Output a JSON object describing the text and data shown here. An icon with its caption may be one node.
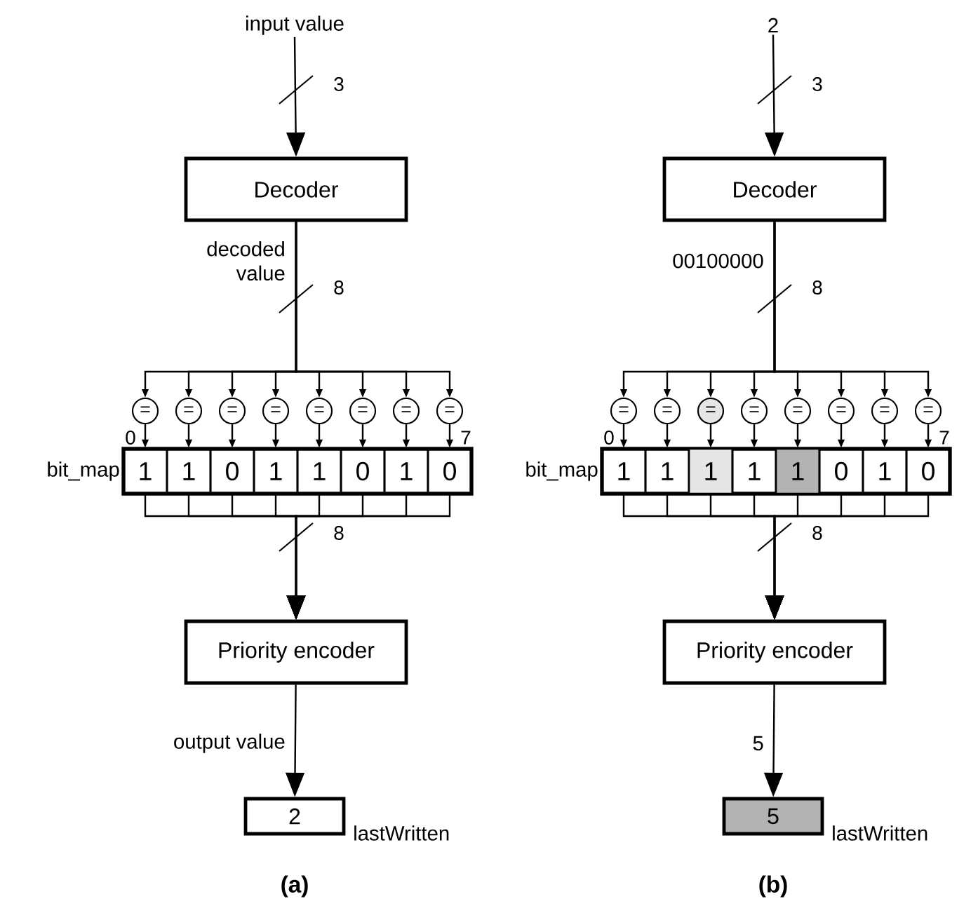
{
  "diagram": {
    "nodes": [
      {
        "text": [
          "input value"
        ]
      },
      {
        "text": [
          "Decoder"
        ]
      },
      {
        "text": [
          "="
        ]
      },
      {
        "text": [
          "="
        ]
      },
      {
        "text": [
          "="
        ]
      },
      {
        "text": [
          "="
        ]
      },
      {
        "text": [
          "="
        ]
      },
      {
        "text": [
          "="
        ]
      },
      {
        "text": [
          "="
        ]
      },
      {
        "text": [
          "="
        ]
      },
      {
        "text": [
          "bit_map"
        ]
      },
      {
        "text": [
          "1"
        ],
        "in": 10
      },
      {
        "text": [
          "1"
        ],
        "in": 10
      },
      {
        "text": [
          "0"
        ],
        "in": 10
      },
      {
        "text": [
          "1"
        ],
        "in": 10
      },
      {
        "text": [
          "1"
        ],
        "in": 10
      },
      {
        "text": [
          "0"
        ],
        "in": 10
      },
      {
        "text": [
          "1"
        ],
        "in": 10
      },
      {
        "text": [
          "0"
        ],
        "in": 10
      },
      {
        "text": [
          "Priority encoder"
        ]
      },
      {
        "text": [
          "2"
        ],
        "beside": [
          "lastWritten"
        ]
      },
      {
        "text": [
          "2"
        ]
      },
      {
        "text": [
          "Decoder"
        ]
      },
      {
        "text": [
          "="
        ]
      },
      {
        "text": [
          "="
        ]
      },
      {
        "text": [
          "="
        ]
      },
      {
        "text": [
          "="
        ]
      },
      {
        "text": [
          "="
        ]
      },
      {
        "text": [
          "="
        ]
      },
      {
        "text": [
          "="
        ]
      },
      {
        "text": [
          "="
        ]
      },
      {
        "text": [
          "bit_map"
        ]
      },
      {
        "text": [
          "1"
        ],
        "in": 31
      },
      {
        "text": [
          "1"
        ],
        "in": 31
      },
      {
        "text": [
          "1"
        ],
        "in": 31
      },
      {
        "text": [
          "1"
        ],
        "in": 31
      },
      {
        "text": [
          "1"
        ],
        "in": 31
      },
      {
        "text": [
          "0"
        ],
        "in": 31
      },
      {
        "text": [
          "1"
        ],
        "in": 31
      },
      {
        "text": [
          "0"
        ],
        "in": 31
      },
      {
        "text": [
          "Priority encoder"
        ]
      },
      {
        "text": [
          "5"
        ],
        "beside": [
          "lastWritten"
        ]
      }
    ],
    "edges": [
      {
        "from": 0,
        "to": 1,
        "arrow": "to"
      },
      {
        "from": 1,
        "to": 2,
        "arrow": "to",
        "label": "decoded value"
      },
      {
        "from": 1,
        "to": 3,
        "arrow": "to"
      },
      {
        "from": 1,
        "to": 4,
        "arrow": "to"
      },
      {
        "from": 1,
        "to": 5,
        "arrow": "to"
      },
      {
        "from": 1,
        "to": 6,
        "arrow": "to"
      },
      {
        "from": 1,
        "to": 7,
        "arrow": "to"
      },
      {
        "from": 1,
        "to": 8,
        "arrow": "to"
      },
      {
        "from": 1,
        "to": 9,
        "arrow": "to"
      },
      {
        "from": 2,
        "to": 11,
        "arrow": "to"
      },
      {
        "from": 3,
        "to": 12,
        "arrow": "to"
      },
      {
        "from": 4,
        "to": 13,
        "arrow": "to"
      },
      {
        "from": 5,
        "to": 14,
        "arrow": "to"
      },
      {
        "from": 6,
        "to": 15,
        "arrow": "to"
      },
      {
        "from": 7,
        "to": 16,
        "arrow": "to"
      },
      {
        "from": 8,
        "to": 17,
        "arrow": "to"
      },
      {
        "from": 9,
        "to": 18,
        "arrow": "to"
      },
      {
        "from": 11,
        "to": 19,
        "arrow": "to"
      },
      {
        "from": 12,
        "to": 19,
        "arrow": "to"
      },
      {
        "from": 13,
        "to": 19,
        "arrow": "to"
      },
      {
        "from": 14,
        "to": 19,
        "arrow": "to"
      },
      {
        "from": 15,
        "to": 19,
        "arrow": "to"
      },
      {
        "from": 16,
        "to": 19,
        "arrow": "to"
      },
      {
        "from": 17,
        "to": 19,
        "arrow": "to"
      },
      {
        "from": 18,
        "to": 19,
        "arrow": "to"
      },
      {
        "from": 19,
        "to": 20,
        "arrow": "to",
        "label": "output value"
      },
      {
        "from": 21,
        "to": 22,
        "arrow": "to"
      },
      {
        "from": 22,
        "to": 23,
        "arrow": "to",
        "label": "00100000"
      },
      {
        "from": 22,
        "to": 24,
        "arrow": "to"
      },
      {
        "from": 22,
        "to": 25,
        "arrow": "to"
      },
      {
        "from": 22,
        "to": 26,
        "arrow": "to"
      },
      {
        "from": 22,
        "to": 27,
        "arrow": "to"
      },
      {
        "from": 22,
        "to": 28,
        "arrow": "to"
      },
      {
        "from": 22,
        "to": 29,
        "arrow": "to"
      },
      {
        "from": 22,
        "to": 30,
        "arrow": "to"
      },
      {
        "from": 23,
        "to": 32,
        "arrow": "to"
      },
      {
        "from": 24,
        "to": 33,
        "arrow": "to"
      },
      {
        "from": 25,
        "to": 34,
        "arrow": "to"
      },
      {
        "from": 26,
        "to": 35,
        "arrow": "to"
      },
      {
        "from": 27,
        "to": 36,
        "arrow": "to"
      },
      {
        "from": 28,
        "to": 37,
        "arrow": "to"
      },
      {
        "from": 29,
        "to": 38,
        "arrow": "to"
      },
      {
        "from": 30,
        "to": 39,
        "arrow": "to"
      },
      {
        "from": 32,
        "to": 40,
        "arrow": "to"
      },
      {
        "from": 33,
        "to": 40,
        "arrow": "to"
      },
      {
        "from": 34,
        "to": 40,
        "arrow": "to"
      },
      {
        "from": 35,
        "to": 40,
        "arrow": "to"
      },
      {
        "from": 36,
        "to": 40,
        "arrow": "to"
      },
      {
        "from": 37,
        "to": 40,
        "arrow": "to"
      },
      {
        "from": 38,
        "to": 40,
        "arrow": "to"
      },
      {
        "from": 39,
        "to": 40,
        "arrow": "to"
      },
      {
        "from": 40,
        "to": 41,
        "arrow": "to",
        "label": "5"
      }
    ],
    "labels": [
      "3",
      "8",
      "0",
      "7",
      "8",
      "(a)",
      "3",
      "8",
      "0",
      "7",
      "8",
      "(b)"
    ]
  }
}
